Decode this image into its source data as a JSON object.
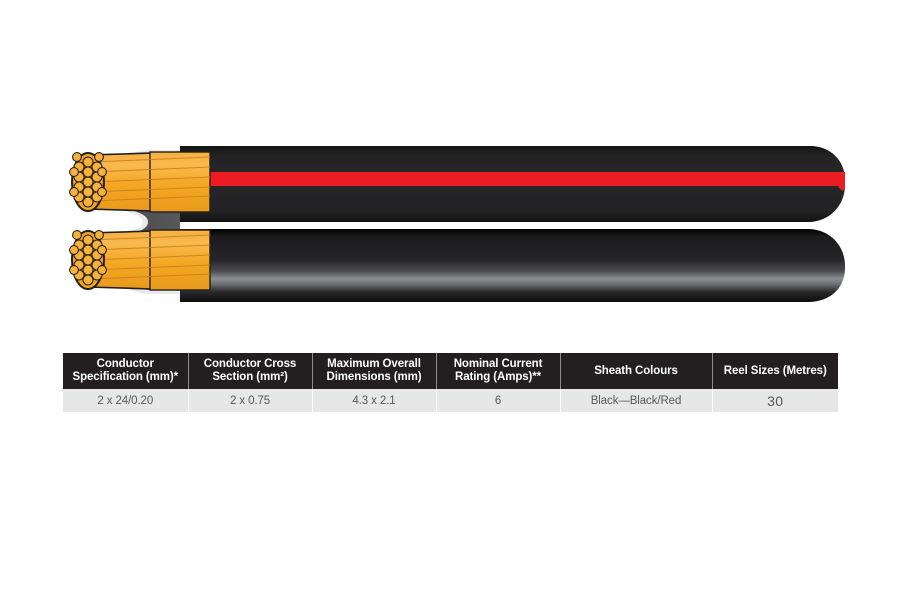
{
  "figure": {
    "name": "twin-core-flat-automotive-cable",
    "description": "Cut-away illustration of a twin-core flat sheathed automotive cable showing two stranded copper conductors exposed at the left end",
    "colors": {
      "sheath_black": "#231f20",
      "sheath_gloss_highlight": "#8d8f92",
      "stripe_red": "#ed1c24",
      "insulation_grey": "#58595b",
      "insulation_outline": "#e9e9ea",
      "copper_strand": "#f5a623",
      "copper_strand_outline": "#231f20",
      "copper_body": "#f7a928"
    },
    "conductor_count": 2,
    "strands_visible_per_conductor": 19,
    "top_core_marking": "red stripe",
    "bottom_core_marking": "plain black"
  },
  "table": {
    "name": "cable-specification-table",
    "columns": [
      {
        "id": "conductor-specification",
        "lines": [
          "Conductor",
          "Specification (mm)*"
        ]
      },
      {
        "id": "conductor-cross-section",
        "lines": [
          "Conductor Cross",
          "Section (mm²)"
        ]
      },
      {
        "id": "maximum-overall-dimensions",
        "lines": [
          "Maximum Overall",
          "Dimensions (mm)"
        ]
      },
      {
        "id": "nominal-current-rating",
        "lines": [
          "Nominal Current",
          "Rating (Amps)**"
        ]
      },
      {
        "id": "sheath-colours",
        "lines": [
          "Sheath Colours"
        ]
      },
      {
        "id": "reel-sizes",
        "lines": [
          "Reel Sizes (Metres)"
        ]
      }
    ],
    "rows": [
      {
        "conductor_specification": "2 x 24/0.20",
        "conductor_cross_section": "2 x 0.75",
        "maximum_overall_dimensions": "4.3 x 2.1",
        "nominal_current_rating": "6",
        "sheath_colours": "Black—Black/Red",
        "reel_sizes": "30"
      }
    ],
    "colors": {
      "header_background": "#231f20",
      "header_text": "#ffffff",
      "row_background": "#e7e7e7",
      "row_text": "#58595b",
      "divider": "#ffffff"
    }
  }
}
